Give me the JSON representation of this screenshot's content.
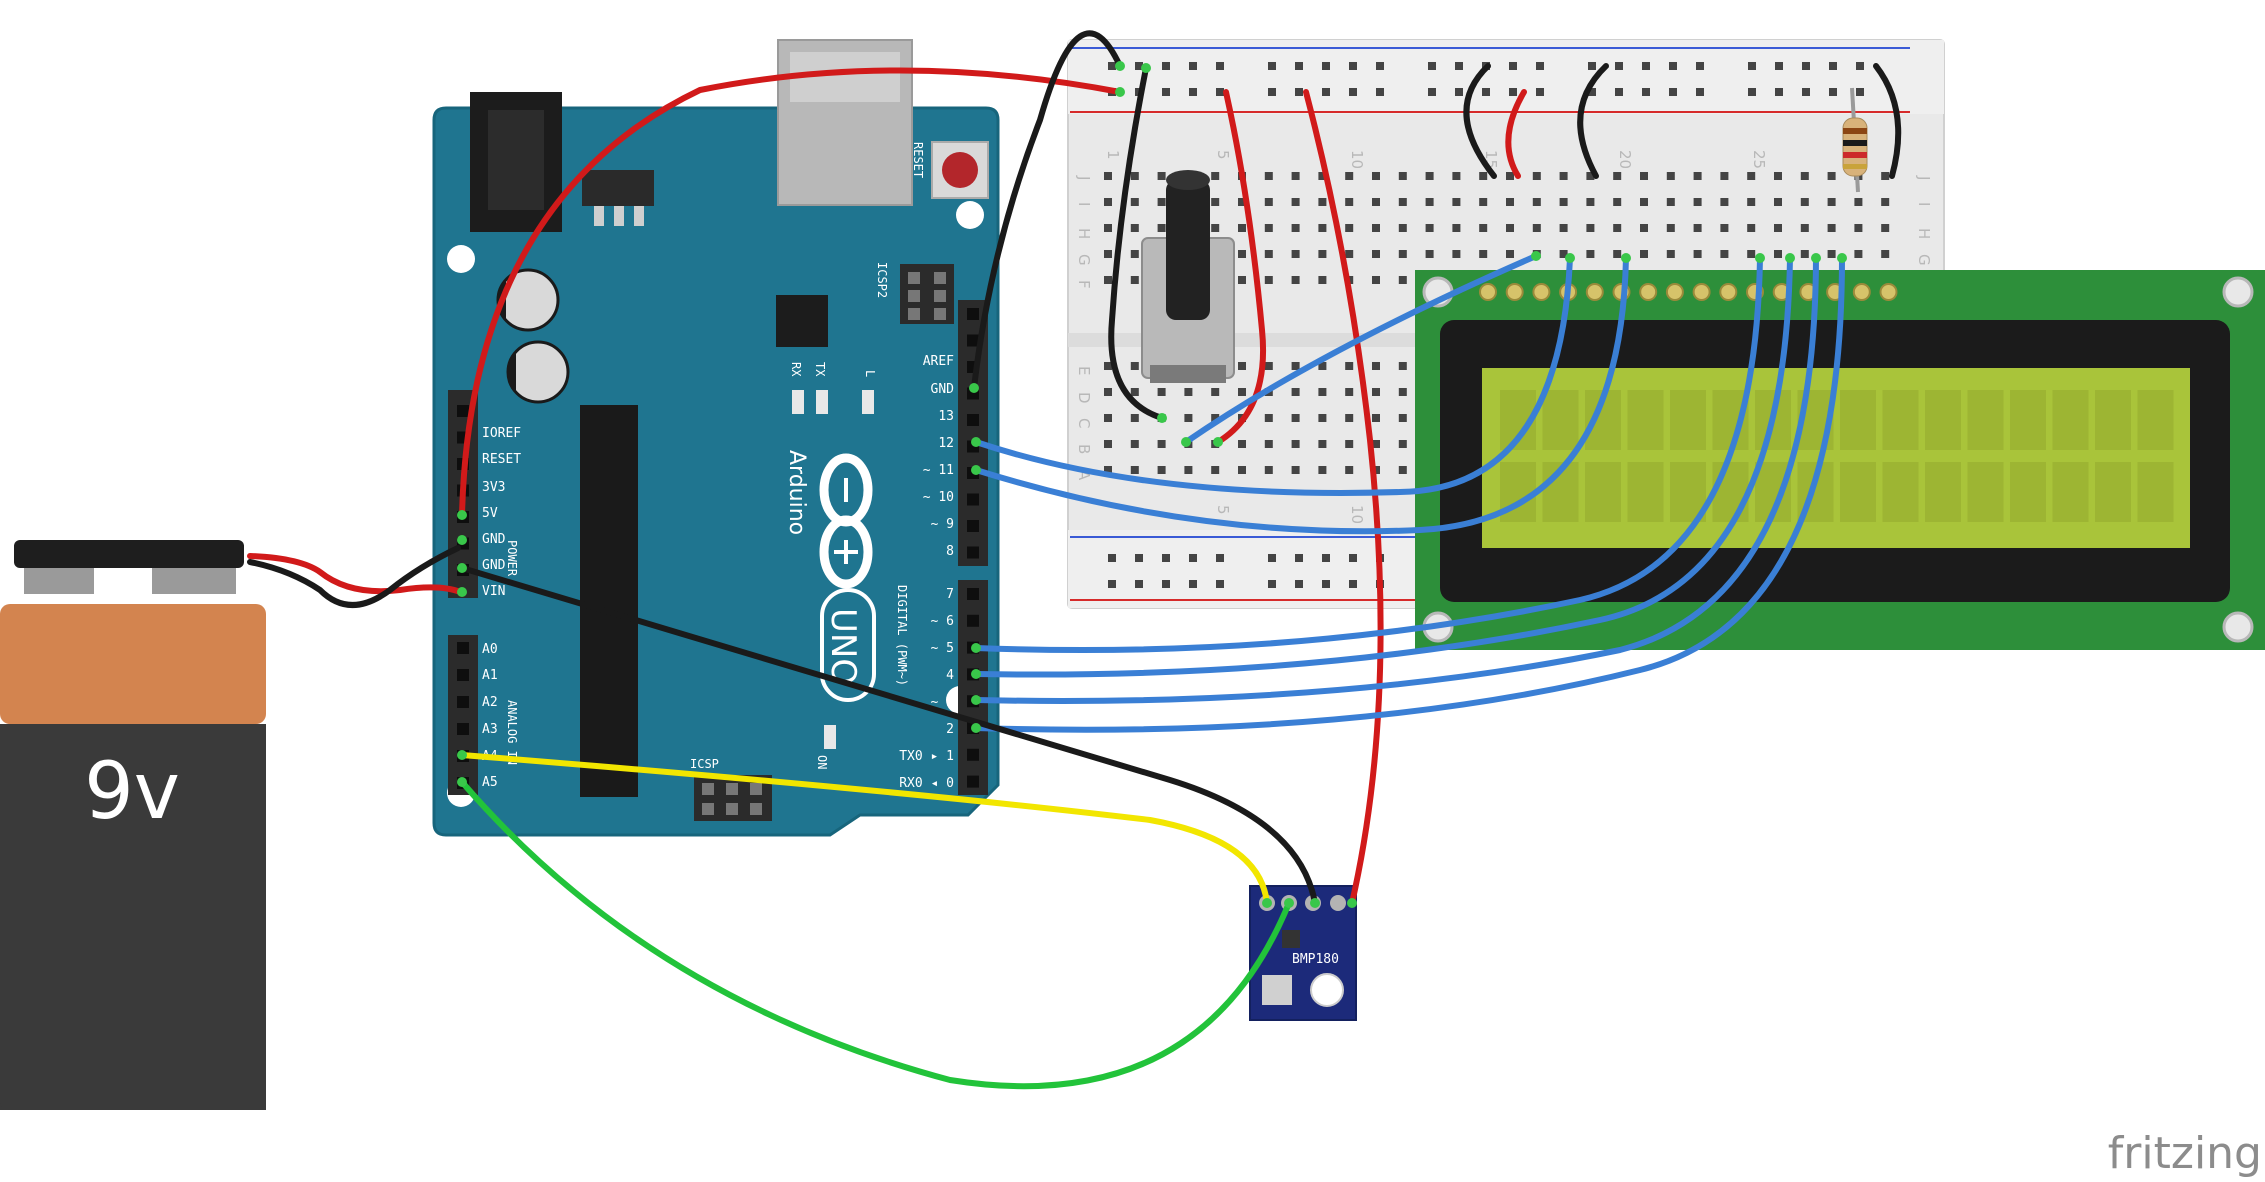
{
  "battery": {
    "label": "9v",
    "colors": {
      "top": "#d3844f",
      "bottom": "#3a3a3a",
      "cap": "#1e1e1e"
    }
  },
  "arduino": {
    "brand": "Arduino",
    "model": "UNO",
    "reset_label": "RESET",
    "icsp2_label": "ICSP2",
    "icsp_label": "ICSP",
    "tx_label": "TX",
    "rx_label": "RX",
    "l_label": "L",
    "on_label": "ON",
    "power_label": "POWER",
    "analog_label": "ANALOG IN",
    "digital_label": "DIGITAL (PWM~)",
    "aref_label": "AREF",
    "power_pins": [
      "IOREF",
      "RESET",
      "3V3",
      "5V",
      "GND",
      "GND",
      "VIN"
    ],
    "analog_pins": [
      "A0",
      "A1",
      "A2",
      "A3",
      "A4",
      "A5"
    ],
    "digital_high": [
      "GND",
      "13",
      "12",
      "~ 11",
      "~ 10",
      "~ 9",
      "8"
    ],
    "digital_low": [
      "7",
      "~ 6",
      "~ 5",
      "4",
      "~ 3",
      "2",
      "TX0 ▸ 1",
      "RX0 ◂ 0"
    ],
    "colors": {
      "board": "#1f7590",
      "board_edge": "#17657c",
      "header": "#2b2b2b"
    }
  },
  "breadboard": {
    "col_numbers": [
      "1",
      "5",
      "10",
      "15",
      "20",
      "25"
    ],
    "row_letters_top": [
      "J",
      "I",
      "H",
      "G",
      "F"
    ],
    "row_letters_bottom": [
      "E",
      "D",
      "C",
      "B",
      "A"
    ]
  },
  "lcd": {
    "colors": {
      "pcb": "#2d8f3a",
      "bezel": "#1b1b1b",
      "screen": "#a9c43a"
    }
  },
  "sensor": {
    "label": "BMP180",
    "colors": {
      "pcb": "#1c2a7a"
    }
  },
  "resistor": {
    "colors": {
      "body": "#d8b27a"
    }
  },
  "potentiometer": {
    "colors": {
      "body": "#b9b9b9",
      "knob": "#222222"
    }
  },
  "wires": {
    "colors": {
      "red": "#d11a1a",
      "black": "#1a1a1a",
      "blue": "#3a7fd5",
      "yellow": "#f2e600",
      "green": "#22c33a"
    }
  },
  "watermark": "fritzing"
}
